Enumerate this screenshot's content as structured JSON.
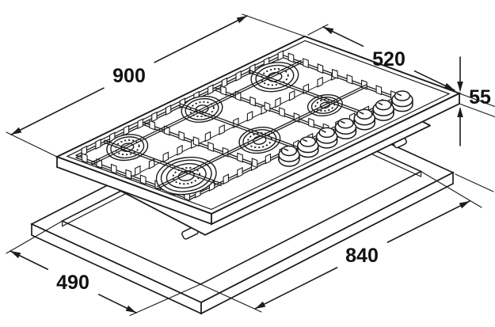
{
  "diagram": {
    "dimensions": {
      "hob_width": "900",
      "hob_depth": "520",
      "hob_height": "55",
      "cutout_width": "840",
      "cutout_depth": "490"
    },
    "line_color": "#1c1c1c",
    "background_color": "#ffffff",
    "burner_count": 6,
    "knob_count": 7
  }
}
